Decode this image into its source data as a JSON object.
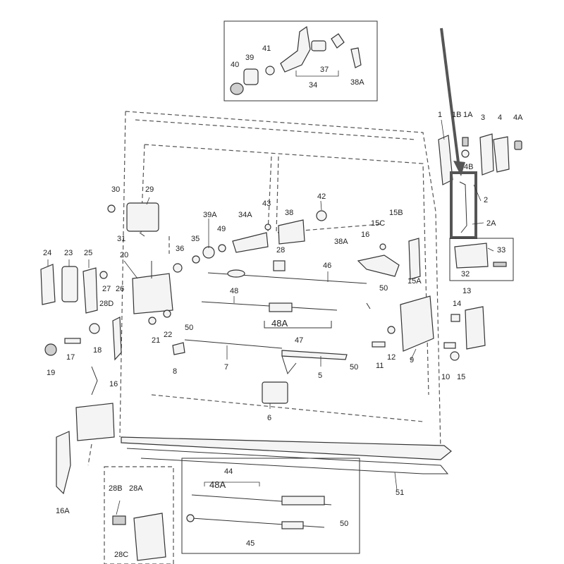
{
  "diagram": {
    "labels": {
      "l1": "1",
      "l1B": "1B",
      "l1A": "1A",
      "l3": "3",
      "l4": "4",
      "l4A": "4A",
      "l4B": "4B",
      "l2": "2",
      "l2A": "2A",
      "l32": "32",
      "l33": "33",
      "l40": "40",
      "l39": "39",
      "l41": "41",
      "l37": "37",
      "l34": "34",
      "l38A_top": "38A",
      "l30": "30",
      "l29": "29",
      "l31": "31",
      "l39A": "39A",
      "l34A": "34A",
      "l43": "43",
      "l38": "38",
      "l42": "42",
      "l35": "35",
      "l49": "49",
      "l36": "36",
      "l28": "28",
      "l38A_mid": "38A",
      "l15C": "15C",
      "l15B": "15B",
      "l16_right": "16",
      "l15A": "15A",
      "l24": "24",
      "l23": "23",
      "l25": "25",
      "l20": "20",
      "l27": "27",
      "l26": "26",
      "l28D": "28D",
      "l46": "46",
      "l48": "48",
      "l50_a": "50",
      "l50_b": "50",
      "l48A_mid": "48A",
      "l47": "47",
      "l13": "13",
      "l14": "14",
      "l22": "22",
      "l21": "21",
      "l18": "18",
      "l17": "17",
      "l19": "19",
      "l8": "8",
      "l7": "7",
      "l5": "5",
      "l50_c": "50",
      "l6": "6",
      "l12": "12",
      "l11": "11",
      "l9": "9",
      "l10": "10",
      "l15": "15",
      "l16_left": "16",
      "l16A": "16A",
      "l51": "51",
      "l44": "44",
      "l48A_bottom": "48A",
      "l50_d": "50",
      "l45": "45",
      "l28B": "28B",
      "l28A": "28A",
      "l28C": "28C"
    },
    "colors": {
      "line": "#333333",
      "arrow": "#555555",
      "highlight": "#555555"
    }
  }
}
